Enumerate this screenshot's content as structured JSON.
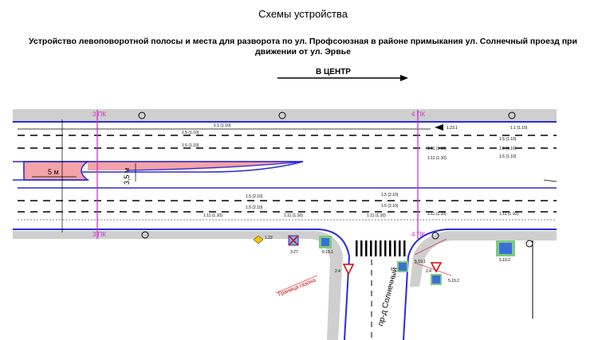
{
  "page": {
    "title": "Схемы устройства",
    "subtitle_line1": "Устройство левоповоротной полосы и места для разворота по ул. Профсоюзная в районе примыкания ул. Солнечный проезд при",
    "subtitle_line2": "движении от ул. Эрвье"
  },
  "diagram": {
    "direction_label": "В ЦЕНТР",
    "picket_left": "3 ПК",
    "picket_right": "4 ПК",
    "width_label": "5 м",
    "lane_width_label": "3,5 м",
    "street_label": "пр-д Солнечный",
    "lawn_label": "Граница газона",
    "markings": {
      "m1": "1.1 (1.10)",
      "m2": "1.5 (1.10)",
      "m3": "1.5 (1.10)",
      "m4": "1.5 (1.10)",
      "m5": "1.5 (1.10)",
      "m6": "1.5 (1.10)",
      "m7": "1.1 (1.10)",
      "m8": "1.11 (1.10)",
      "m9": "1.5 (2.10)",
      "m10": "1.5 (2.10)",
      "m11": "1.5 (2.10)",
      "m12": "1.5 (2.10)",
      "m13": "1.11 (1.10)",
      "m14": "1.11 (1.10)",
      "m15": "1.11 (1.10)",
      "m16": "1.11 (1.10)",
      "m17": "1.11 (1.10)",
      "m18": "1.11 (1.10)"
    },
    "arrow_label": "1.23.1",
    "signs": {
      "s1": "2.4",
      "s2": "5.19.1",
      "s3": "5.19.1",
      "s4": "5.19.2",
      "s5": "5.19.2",
      "s6": "2.4",
      "s7": "3.27",
      "s8": "1.22"
    },
    "colors": {
      "curb": "#2b2bd6",
      "island": "#f4a3a6",
      "picket": "#cc33cc",
      "sidewalk": "#c8c8c8"
    }
  }
}
